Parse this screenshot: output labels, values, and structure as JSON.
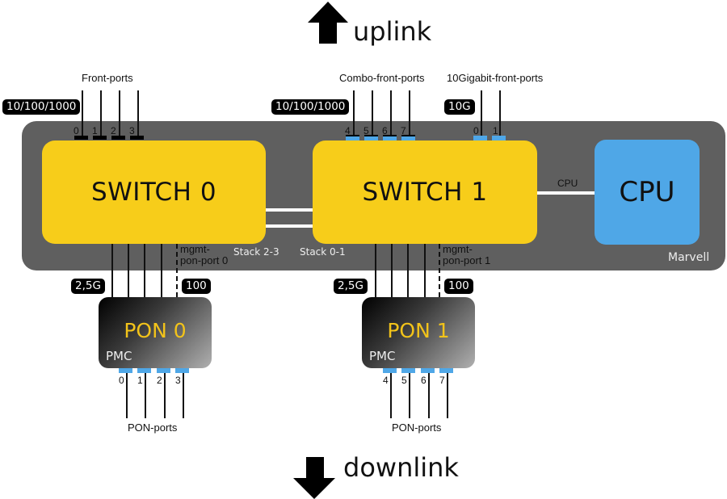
{
  "direction": {
    "uplink_label": "uplink",
    "downlink_label": "downlink"
  },
  "board": {
    "vendor_label": "Marvell",
    "colors": {
      "board": "#5f5f5f",
      "switch": "#f7cd1a",
      "cpu": "#4fa7e7",
      "pon_text": "#f2c31a"
    }
  },
  "switch0": {
    "title": "SWITCH 0",
    "front_ports_label": "Front-ports",
    "speed_badge": "10/100/1000",
    "ports": [
      "0",
      "1",
      "2",
      "3"
    ],
    "stack_label": "Stack 2-3",
    "uplink_speed_badge": "2,5G",
    "mgmt_label_line1": "mgmt-",
    "mgmt_label_line2": "pon-port 0",
    "mgmt_speed_badge": "100"
  },
  "switch1": {
    "title": "SWITCH 1",
    "combo_ports_label": "Combo-front-ports",
    "combo_speed_badge": "10/100/1000",
    "combo_ports": [
      "4",
      "5",
      "6",
      "7"
    ],
    "tengig_ports_label": "10Gigabit-front-ports",
    "tengig_speed_badge": "10G",
    "tengig_ports": [
      "0",
      "1"
    ],
    "stack_label": "Stack 0-1",
    "uplink_speed_badge": "2,5G",
    "mgmt_label_line1": "mgmt-",
    "mgmt_label_line2": "pon-port 1",
    "mgmt_speed_badge": "100"
  },
  "cpu": {
    "title": "CPU",
    "link_label": "CPU"
  },
  "pon0": {
    "title": "PON 0",
    "chip_label": "PMC",
    "ports": [
      "0",
      "1",
      "2",
      "3"
    ],
    "ports_label": "PON-ports"
  },
  "pon1": {
    "title": "PON 1",
    "chip_label": "PMC",
    "ports": [
      "4",
      "5",
      "6",
      "7"
    ],
    "ports_label": "PON-ports"
  }
}
